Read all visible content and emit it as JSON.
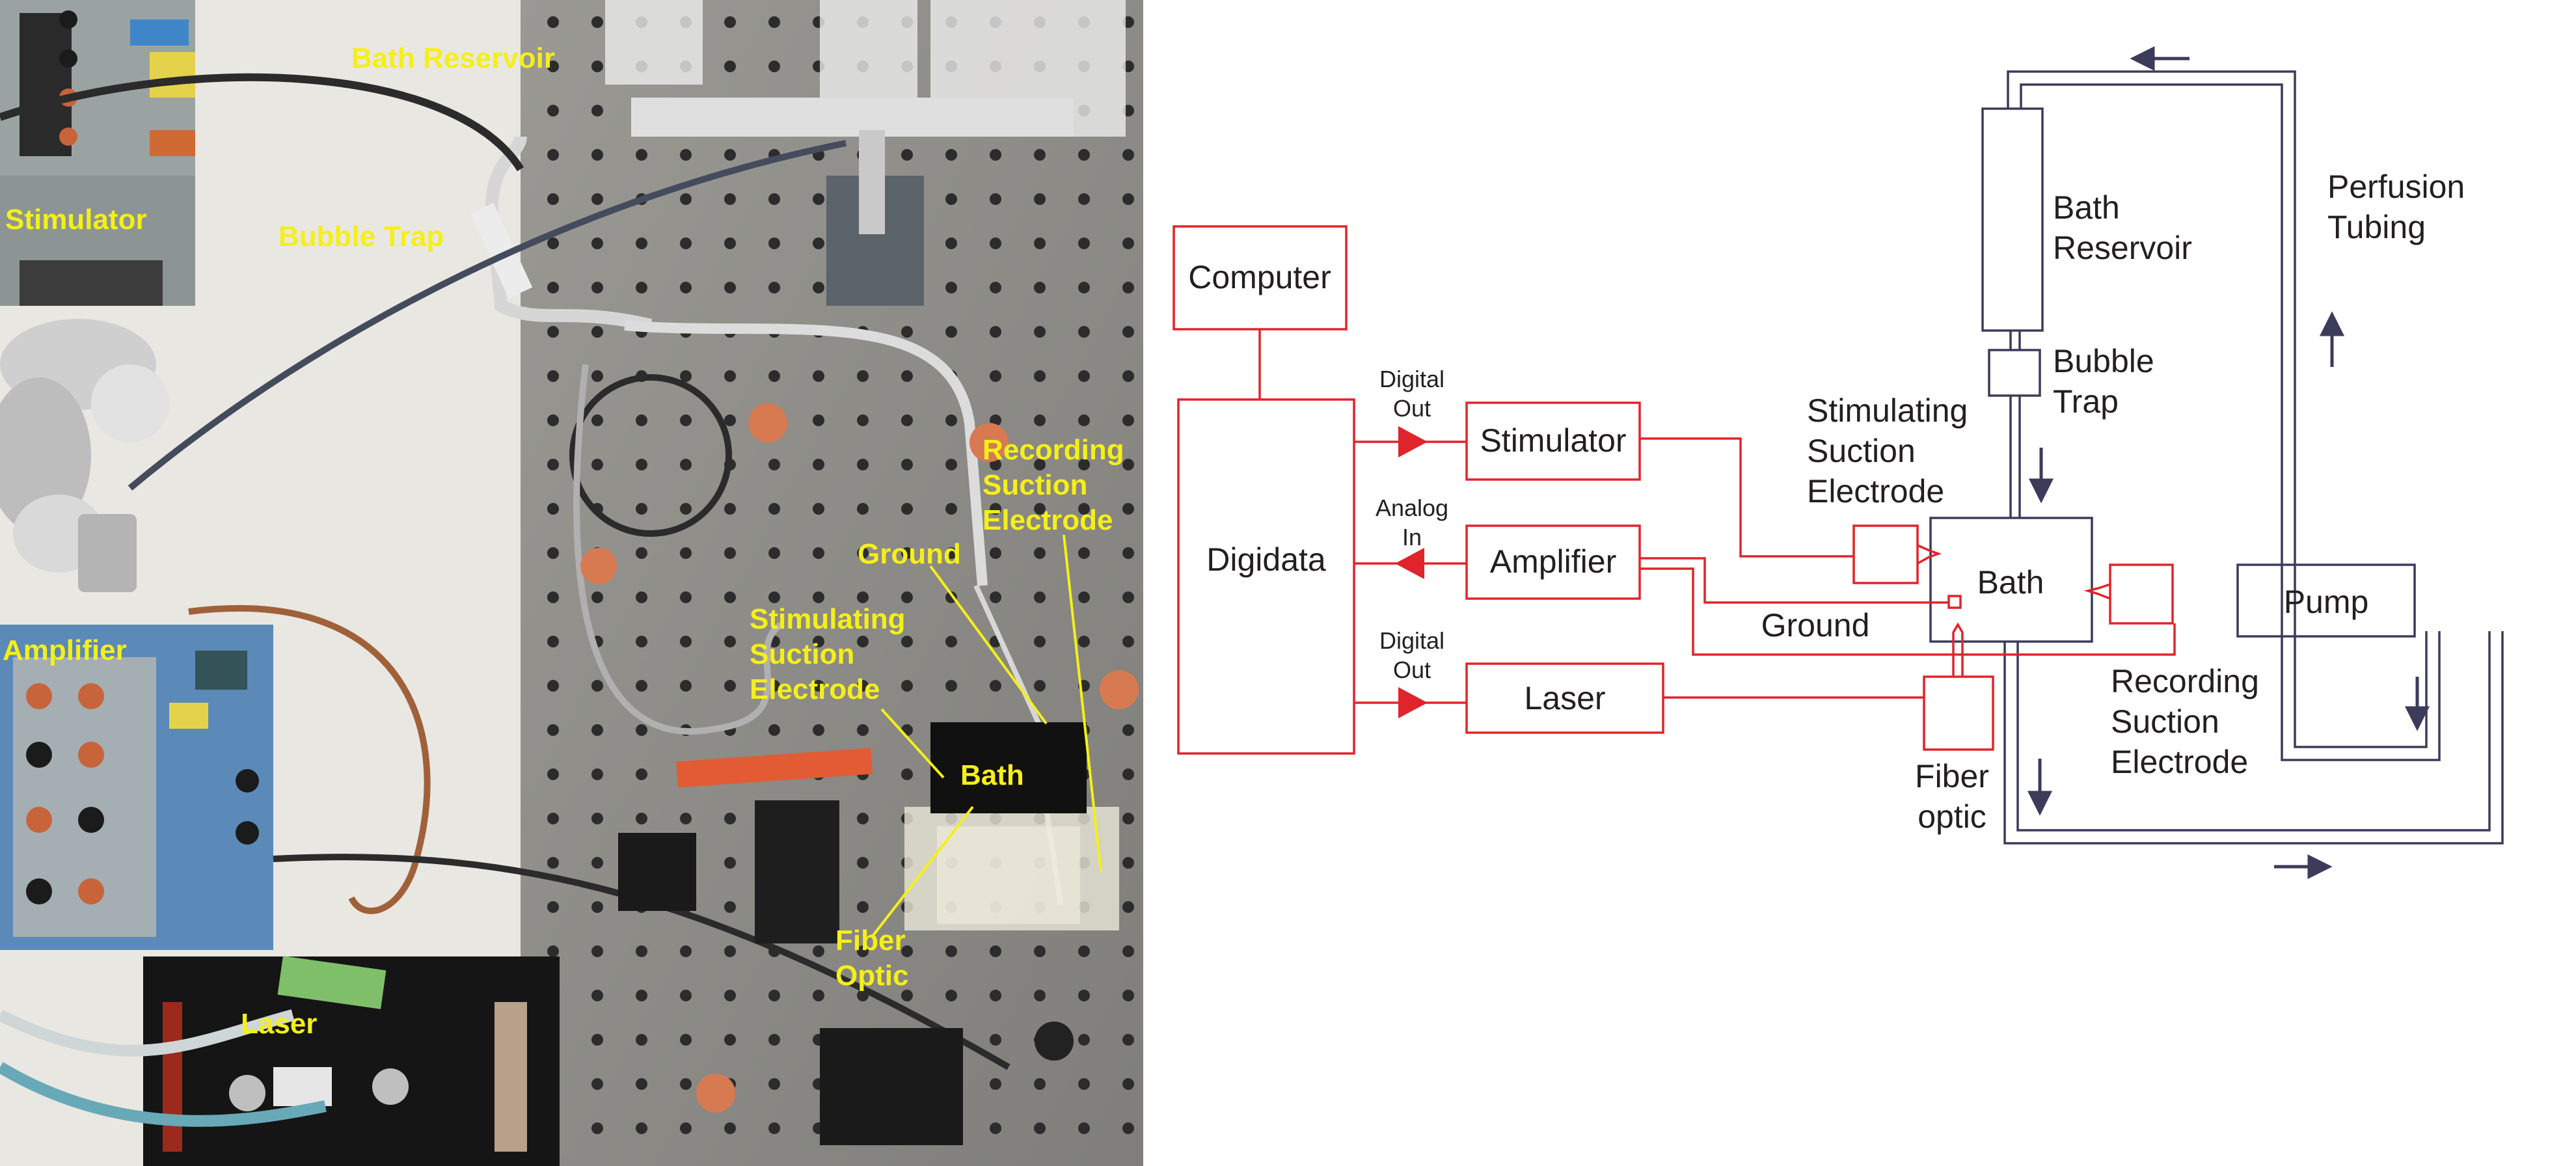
{
  "photo": {
    "labels": {
      "bath_reservoir": "Bath Reservoir",
      "stimulator": "Stimulator",
      "bubble_trap": "Bubble Trap",
      "recording_suction_electrode": [
        "Recording",
        "Suction",
        "Electrode"
      ],
      "ground": "Ground",
      "stimulating_suction_electrode": [
        "Stimulating",
        "Suction",
        "Electrode"
      ],
      "amplifier": "Amplifier",
      "bath": "Bath",
      "fiber_optic": [
        "Fiber",
        "Optic"
      ],
      "laser": "Laser"
    },
    "colors": {
      "label": "#f5ef19",
      "table": "#8e8d89",
      "bench": "#e9e7e1",
      "equipment": "#151515"
    }
  },
  "diagram": {
    "labels": {
      "computer": "Computer",
      "digidata": "Digidata",
      "digital_out_1": [
        "Digital",
        "Out"
      ],
      "analog_in": [
        "Analog",
        "In"
      ],
      "digital_out_2": [
        "Digital",
        "Out"
      ],
      "stimulator": "Stimulator",
      "amplifier": "Amplifier",
      "laser": "Laser",
      "bath_reservoir": [
        "Bath",
        "Reservoir"
      ],
      "bubble_trap": [
        "Bubble",
        "Trap"
      ],
      "stimulating_suction_electrode": [
        "Stimulating",
        "Suction",
        "Electrode"
      ],
      "bath": "Bath",
      "ground": "Ground",
      "recording_suction_electrode": [
        "Recording",
        "Suction",
        "Electrode"
      ],
      "fiber_optic": [
        "Fiber",
        "optic"
      ],
      "perfusion_tubing": [
        "Perfusion",
        "Tubing"
      ],
      "pump": "Pump"
    },
    "colors": {
      "electrical": "#e0242b",
      "fluid": "#3c3b5a",
      "text": "#231f20"
    }
  }
}
